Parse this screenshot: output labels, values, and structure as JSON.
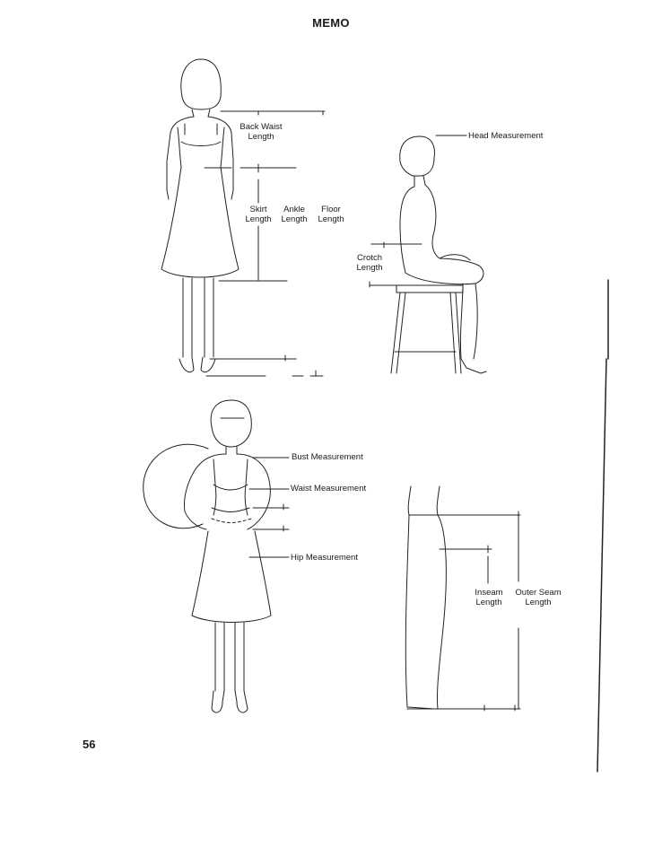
{
  "page": {
    "title": "MEMO",
    "page_number": "56"
  },
  "labels": {
    "back_waist": [
      "Back Waist",
      "Length"
    ],
    "skirt": [
      "Skirt",
      "Length"
    ],
    "ankle": [
      "Ankle",
      "Length"
    ],
    "floor": [
      "Floor",
      "Length"
    ],
    "head": "Head Measurement",
    "crotch": [
      "Crotch",
      "Length"
    ],
    "bust": "Bust Measurement",
    "waist": "Waist Measurement",
    "hip": "Hip Measurement",
    "inseam": [
      "Inseam",
      "Length"
    ],
    "outer_seam": [
      "Outer Seam",
      "Length"
    ]
  }
}
